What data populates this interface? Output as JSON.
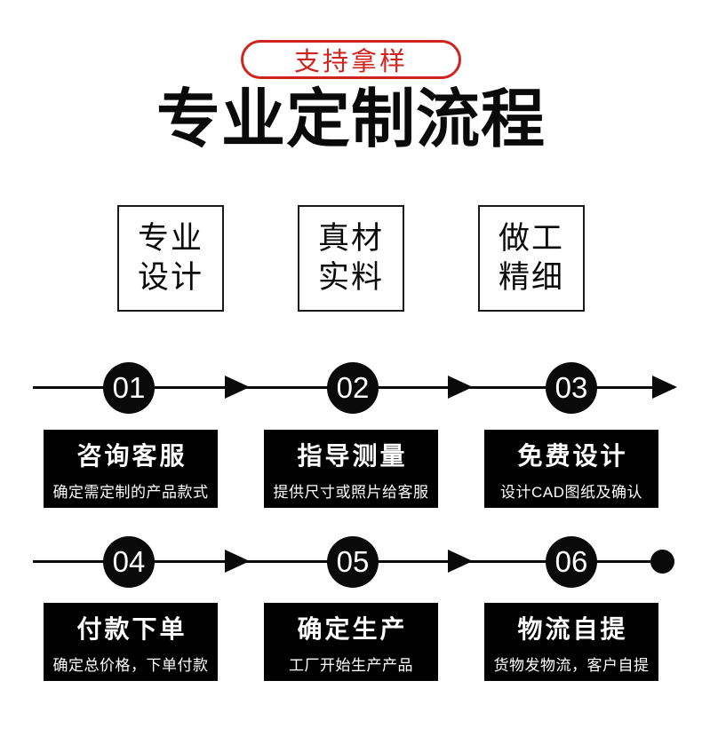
{
  "badge": {
    "label": "支持拿样"
  },
  "title": "专业定制流程",
  "features": [
    {
      "line1": "专业",
      "line2": "设计"
    },
    {
      "line1": "真材",
      "line2": "实料"
    },
    {
      "line1": "做工",
      "line2": "精细"
    }
  ],
  "flow": {
    "rows": [
      {
        "steps": [
          {
            "num": "01",
            "title": "咨询客服",
            "desc": "确定需定制的产品款式"
          },
          {
            "num": "02",
            "title": "指导测量",
            "desc": "提供尺寸或照片给客服"
          },
          {
            "num": "03",
            "title": "免费设计",
            "desc": "设计CAD图纸及确认"
          }
        ],
        "end_marker": "arrow"
      },
      {
        "steps": [
          {
            "num": "04",
            "title": "付款下单",
            "desc": "确定总价格，下单付款"
          },
          {
            "num": "05",
            "title": "确定生产",
            "desc": "工厂开始生产产品"
          },
          {
            "num": "06",
            "title": "物流自提",
            "desc": "货物发物流，客户自提"
          }
        ],
        "end_marker": "dot"
      }
    ]
  },
  "colors": {
    "accent_red": "#d0241f",
    "black": "#000000",
    "white": "#ffffff"
  }
}
